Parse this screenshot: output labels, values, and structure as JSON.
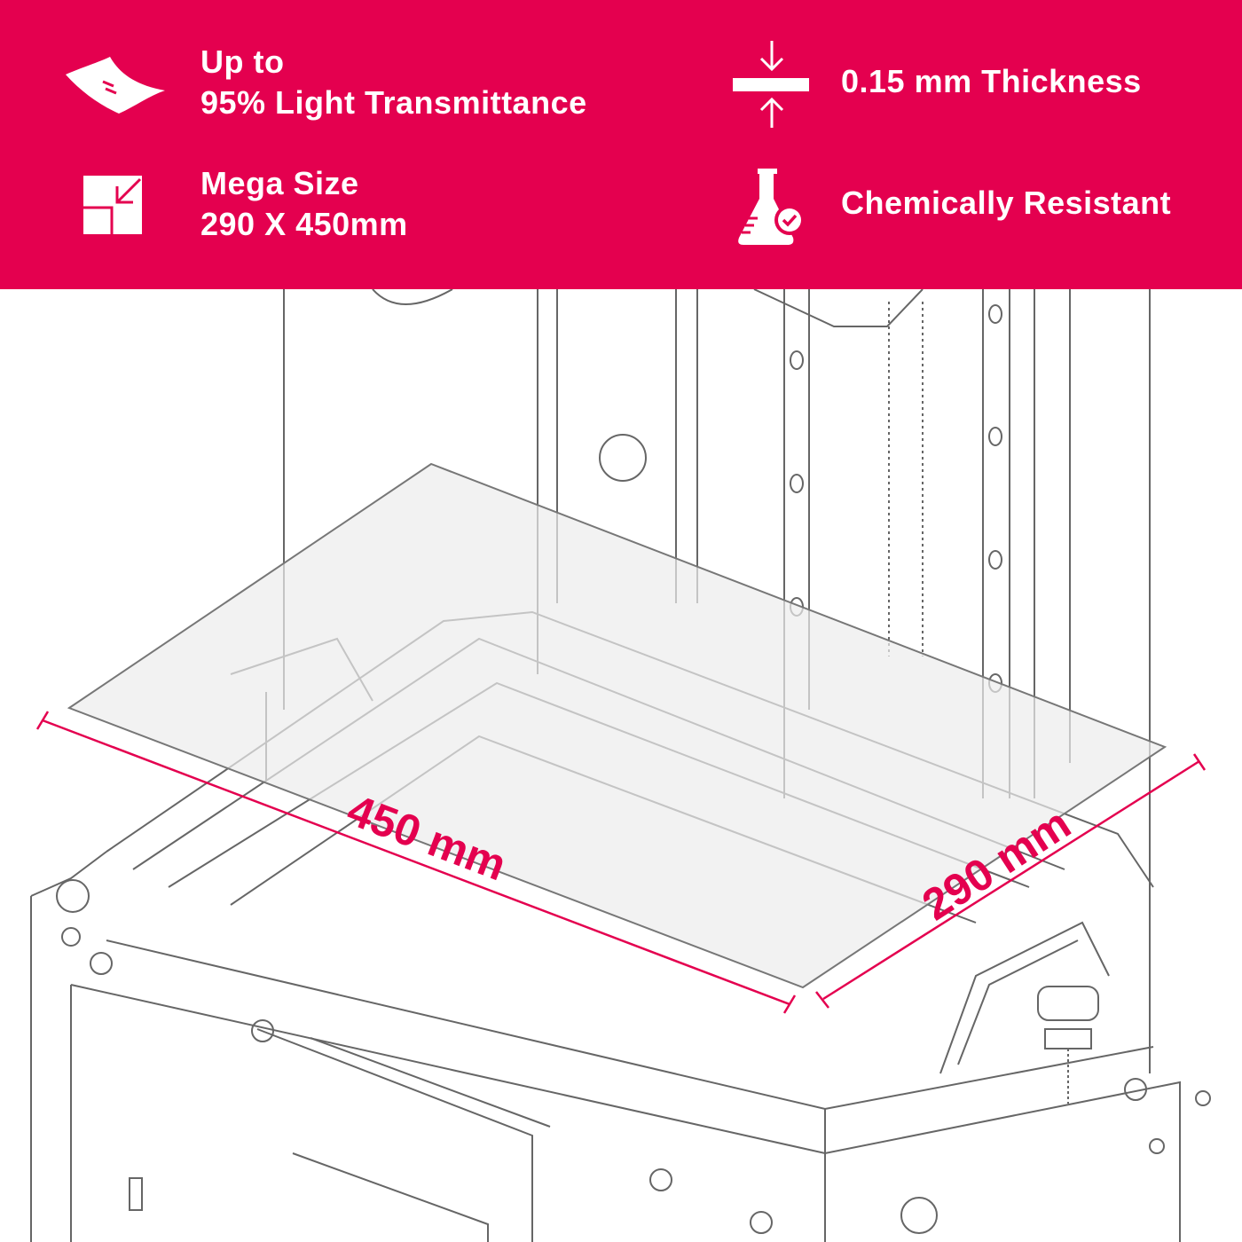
{
  "colors": {
    "brand": "#E4004F",
    "line": "#555555",
    "sheet": "#EDEDED"
  },
  "features": [
    {
      "icon": "film-sheet-icon",
      "line1": "Up to",
      "line2": "95% Light Transmittance"
    },
    {
      "icon": "thickness-icon",
      "line1": "0.15 mm Thickness"
    },
    {
      "icon": "resize-icon",
      "line1": "Mega Size",
      "line2": "290 X 450mm"
    },
    {
      "icon": "flask-check-icon",
      "line1": "Chemically Resistant"
    }
  ],
  "dimensions": {
    "length": "450 mm",
    "width": "290 mm"
  }
}
